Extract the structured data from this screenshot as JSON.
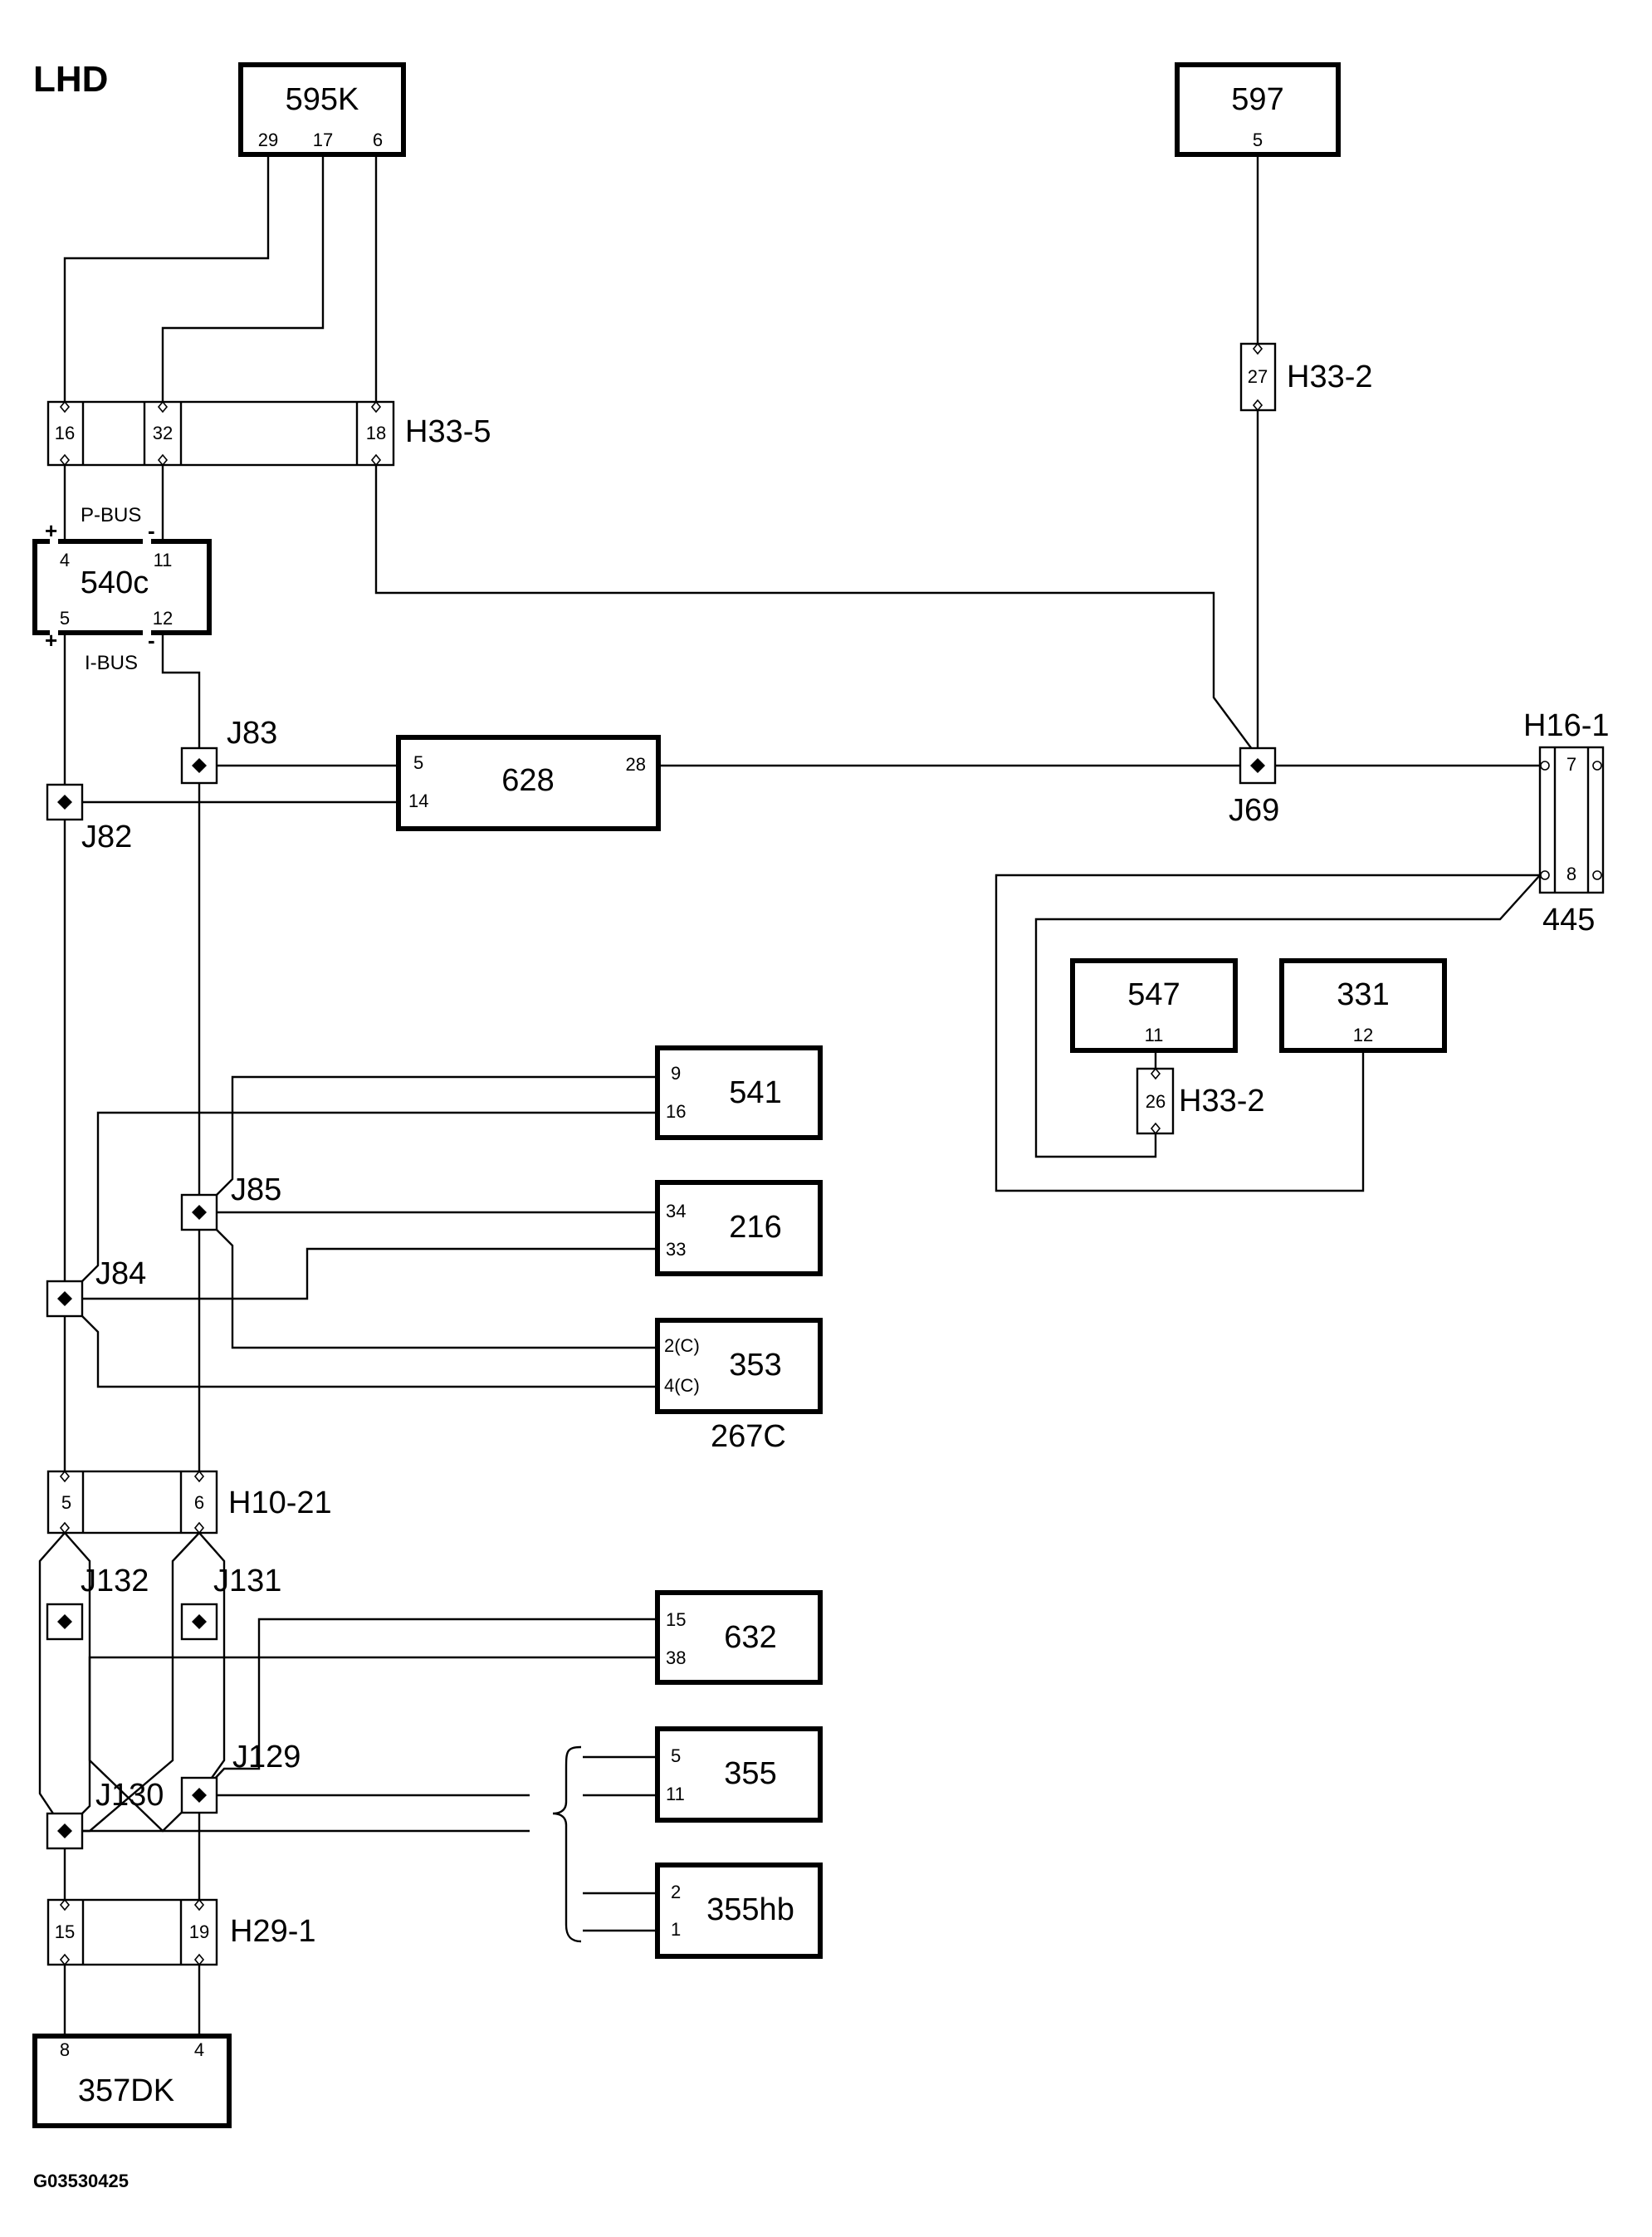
{
  "title": "LHD",
  "figure_id": "G03530425",
  "components": {
    "c595k": {
      "label": "595K",
      "pins": [
        "29",
        "17",
        "6"
      ]
    },
    "c597": {
      "label": "597",
      "pins": [
        "5"
      ]
    },
    "c540c": {
      "label": "540c",
      "pins": [
        "4",
        "11",
        "5",
        "12"
      ]
    },
    "c628": {
      "label": "628",
      "pins": [
        "5",
        "14",
        "28"
      ]
    },
    "c541": {
      "label": "541",
      "pins": [
        "9",
        "16"
      ]
    },
    "c216": {
      "label": "216",
      "pins": [
        "34",
        "33"
      ]
    },
    "c353": {
      "label": "353",
      "pins": [
        "2(C)",
        "4(C)"
      ]
    },
    "c547": {
      "label": "547",
      "pins": [
        "11"
      ]
    },
    "c331": {
      "label": "331",
      "pins": [
        "12"
      ]
    },
    "c632": {
      "label": "632",
      "pins": [
        "15",
        "38"
      ]
    },
    "c355": {
      "label": "355",
      "pins": [
        "5",
        "11"
      ]
    },
    "c355hb": {
      "label": "355hb",
      "pins": [
        "2",
        "1"
      ]
    },
    "c357dk": {
      "label": "357DK",
      "pins": [
        "8",
        "4"
      ]
    }
  },
  "connectors": {
    "h33_5": {
      "label": "H33-5",
      "pins": [
        "16",
        "32",
        "18"
      ]
    },
    "h33_2a": {
      "label": "H33-2",
      "pins": [
        "27"
      ]
    },
    "h33_2b": {
      "label": "H33-2",
      "pins": [
        "26"
      ]
    },
    "h16_1": {
      "label": "H16-1",
      "pins": [
        "7",
        "8"
      ]
    },
    "h10_21": {
      "label": "H10-21",
      "pins": [
        "5",
        "6"
      ]
    },
    "h29_1": {
      "label": "H29-1",
      "pins": [
        "15",
        "19"
      ]
    }
  },
  "junctions": [
    "J82",
    "J83",
    "J69",
    "J84",
    "J85",
    "J132",
    "J131",
    "J129",
    "J130"
  ],
  "labels": {
    "c445": "445",
    "c267c": "267C",
    "pbus": "P-BUS",
    "ibus": "I-BUS",
    "plus": "+",
    "minus": "-"
  }
}
